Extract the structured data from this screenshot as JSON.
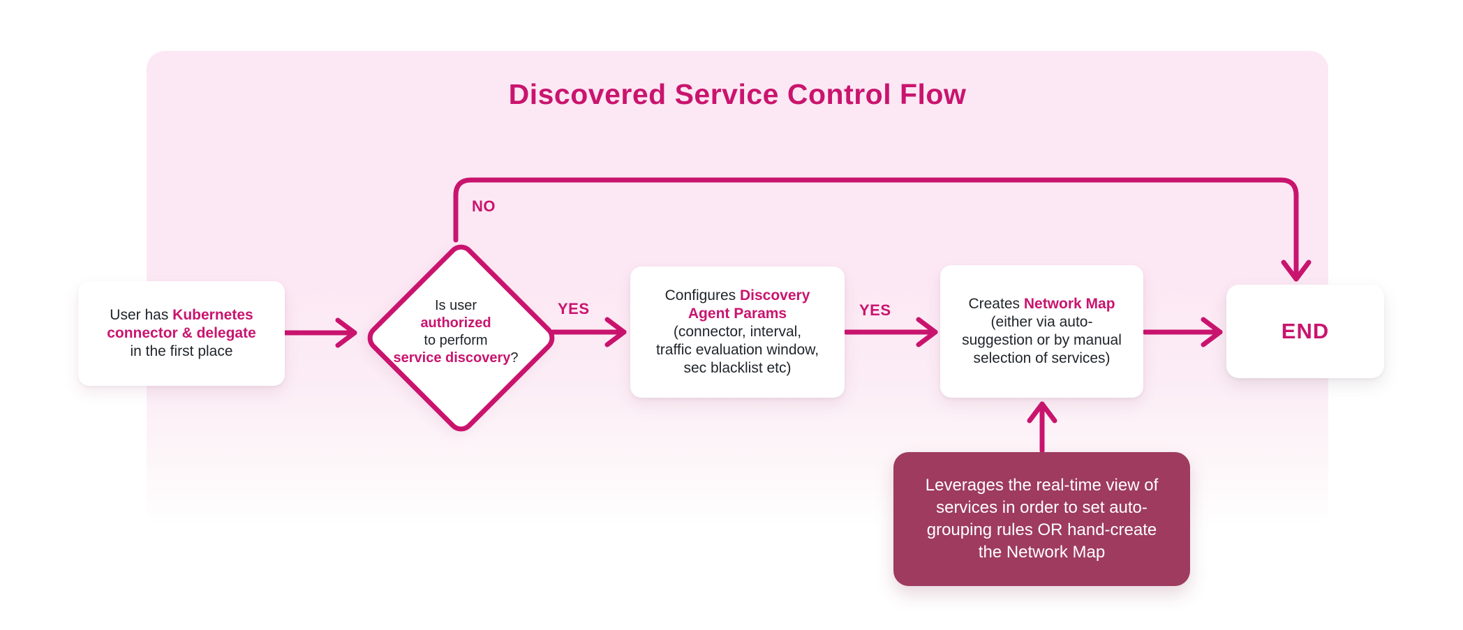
{
  "meta": {
    "title": "Discovered Service Control Flow"
  },
  "colors": {
    "accent_magenta": "#c9146e",
    "edge_line": "#c9146e",
    "panel_pink": "#fce8f4",
    "note_maroon": "#9e3b5e",
    "node_background": "#ffffff",
    "node_text": "#1f2328",
    "note_text": "#ffffff"
  },
  "flow": {
    "nodes": {
      "start": {
        "line1_plain": "User has ",
        "line1_accent": "Kubernetes",
        "line2_accent": "connector & delegate",
        "line3_plain": "in the first place"
      },
      "decision": {
        "line1_plain": "Is user",
        "line2_accent": "authorized",
        "line3_plain": "to perform",
        "line4_accent": "service discovery",
        "line4_suffix": "?"
      },
      "configure": {
        "line1_plain": "Configures ",
        "line1_accent": "Discovery",
        "line2_accent": "Agent Params",
        "line3_plain": "(connector, interval,",
        "line4_plain": "traffic evaluation window,",
        "line5_plain": "sec blacklist etc)"
      },
      "create_map": {
        "line1_plain": "Creates ",
        "line1_accent": "Network Map",
        "line2_plain": "(either via auto-",
        "line3_plain": "suggestion or by manual",
        "line4_plain": "selection of services)"
      },
      "end": {
        "label": "END"
      }
    },
    "edge_labels": {
      "no": "NO",
      "yes_1": "YES",
      "yes_2": "YES"
    },
    "note": {
      "line1": "Leverages the real-time view of",
      "line2": "services in order to set auto-",
      "line3": "grouping rules OR hand-create",
      "line4": "the Network Map"
    }
  }
}
